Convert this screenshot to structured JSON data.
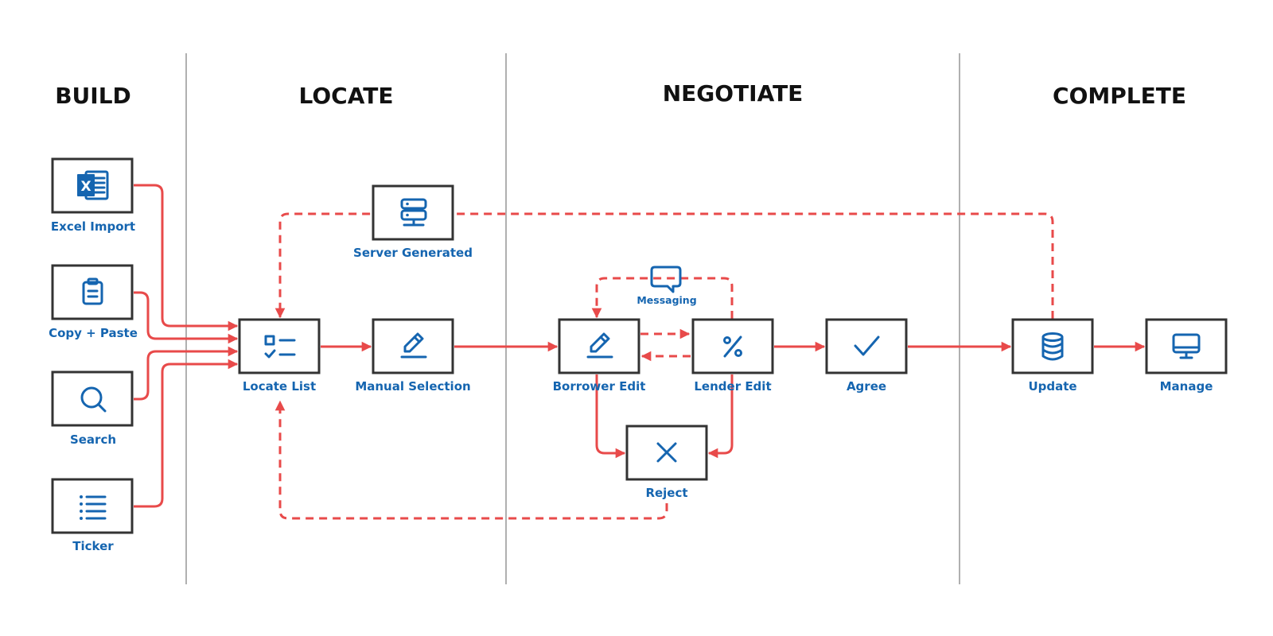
{
  "colors": {
    "accent_blue": "#1565b0",
    "flow_red": "#e84a4a",
    "box_border": "#333333",
    "divider": "#b0b0b0",
    "title": "#111111"
  },
  "phases": {
    "build": "BUILD",
    "locate": "LOCATE",
    "negotiate": "NEGOTIATE",
    "complete": "COMPLETE"
  },
  "nodes": {
    "excel_import": {
      "label": "Excel Import",
      "icon": "excel-icon"
    },
    "copy_paste": {
      "label": "Copy + Paste",
      "icon": "clipboard-icon"
    },
    "search": {
      "label": "Search",
      "icon": "search-icon"
    },
    "ticker": {
      "label": "Ticker",
      "icon": "list-icon"
    },
    "locate_list": {
      "label": "Locate List",
      "icon": "checklist-icon"
    },
    "server_generated": {
      "label": "Server Generated",
      "icon": "server-icon"
    },
    "manual_selection": {
      "label": "Manual Selection",
      "icon": "pencil-icon"
    },
    "borrower_edit": {
      "label": "Borrower Edit",
      "icon": "pencil-icon"
    },
    "lender_edit": {
      "label": "Lender Edit",
      "icon": "percent-icon"
    },
    "messaging": {
      "label": "Messaging",
      "icon": "chat-bubble-icon"
    },
    "reject": {
      "label": "Reject",
      "icon": "x-icon"
    },
    "agree": {
      "label": "Agree",
      "icon": "checkmark-icon"
    },
    "update": {
      "label": "Update",
      "icon": "database-icon"
    },
    "manage": {
      "label": "Manage",
      "icon": "monitor-icon"
    }
  },
  "edges": [
    {
      "from": "excel_import",
      "to": "locate_list",
      "style": "solid"
    },
    {
      "from": "copy_paste",
      "to": "locate_list",
      "style": "solid"
    },
    {
      "from": "search",
      "to": "locate_list",
      "style": "solid"
    },
    {
      "from": "ticker",
      "to": "locate_list",
      "style": "solid"
    },
    {
      "from": "locate_list",
      "to": "manual_selection",
      "style": "solid"
    },
    {
      "from": "manual_selection",
      "to": "borrower_edit",
      "style": "solid"
    },
    {
      "from": "borrower_edit",
      "to": "lender_edit",
      "style": "dashed"
    },
    {
      "from": "lender_edit",
      "to": "borrower_edit",
      "style": "dashed"
    },
    {
      "from": "lender_edit",
      "to": "borrower_edit",
      "style": "dashed",
      "via": "messaging"
    },
    {
      "from": "borrower_edit",
      "to": "reject",
      "style": "solid"
    },
    {
      "from": "lender_edit",
      "to": "reject",
      "style": "solid"
    },
    {
      "from": "reject",
      "to": "locate_list",
      "style": "dashed"
    },
    {
      "from": "lender_edit",
      "to": "agree",
      "style": "solid"
    },
    {
      "from": "agree",
      "to": "update",
      "style": "solid"
    },
    {
      "from": "update",
      "to": "manage",
      "style": "solid"
    },
    {
      "from": "update",
      "to": "locate_list",
      "style": "dashed",
      "via": "server_generated"
    }
  ]
}
